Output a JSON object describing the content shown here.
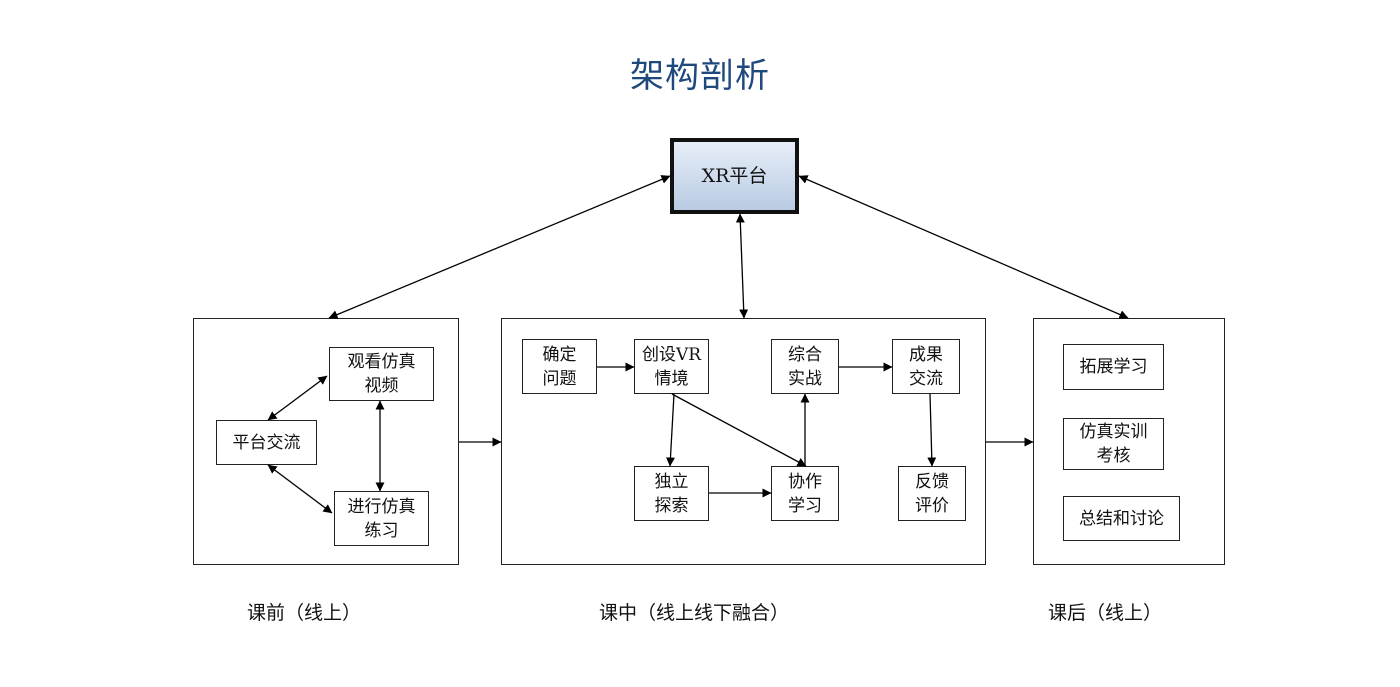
{
  "title": "架构剖析",
  "platform": {
    "label": "XR平台"
  },
  "pre_class": {
    "caption": "课前（线上）",
    "nodes": {
      "watch": "观看仿真\n视频",
      "communicate": "平台交流",
      "practice": "进行仿真\n练习"
    }
  },
  "in_class": {
    "caption": "课中（线上线下融合）",
    "nodes": {
      "define": "确定\n问题",
      "create_vr": "创设VR\n情境",
      "explore": "独立\n探索",
      "collaborate": "协作\n学习",
      "practice": "综合\n实战",
      "share": "成果\n交流",
      "feedback": "反馈\n评价"
    }
  },
  "post_class": {
    "caption": "课后（线上）",
    "nodes": {
      "extend": "拓展学习",
      "assessment": "仿真实训\n考核",
      "summary": "总结和讨论"
    }
  }
}
